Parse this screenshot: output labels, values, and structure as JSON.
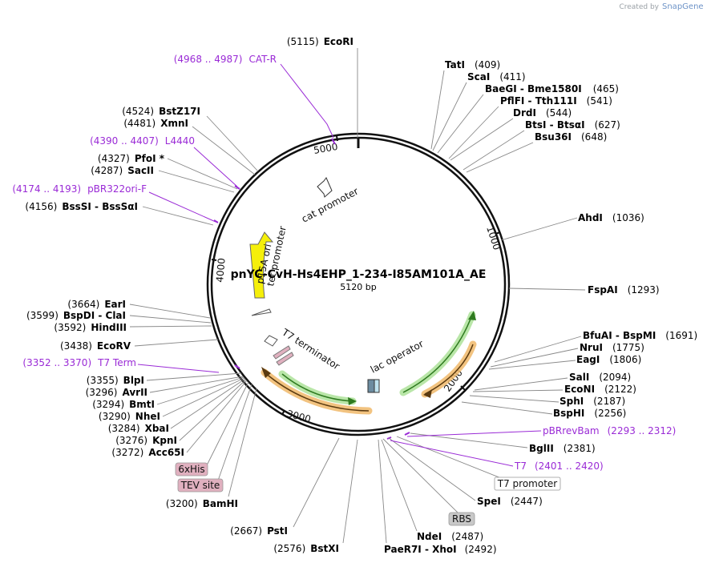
{
  "credit": {
    "prefix": "Created by",
    "brand": "SnapGene"
  },
  "plasmid": {
    "name": "pnYC-CvH-Hs4EHP_1-234-I85AM101A_AE",
    "length": "5120 bp"
  },
  "ticks": [
    "1000",
    "2000",
    "3000",
    "4000",
    "5000"
  ],
  "enzymes": [
    {
      "pos": "(5115)",
      "name": "EcoRI"
    },
    {
      "pos": "(409)",
      "name": "TatI"
    },
    {
      "pos": "(411)",
      "name": "ScaI"
    },
    {
      "pos": "(465)",
      "name": "BaeGI  -  Bme1580I"
    },
    {
      "pos": "(541)",
      "name": "PflFI  -  Tth111I"
    },
    {
      "pos": "(544)",
      "name": "DrdI"
    },
    {
      "pos": "(627)",
      "name": "BtsI  -  BtsαI"
    },
    {
      "pos": "(648)",
      "name": "Bsu36I"
    },
    {
      "pos": "(1036)",
      "name": "AhdI"
    },
    {
      "pos": "(1293)",
      "name": "FspAI"
    },
    {
      "pos": "(1691)",
      "name": "BfuAI  -  BspMI"
    },
    {
      "pos": "(1775)",
      "name": "NruI"
    },
    {
      "pos": "(1806)",
      "name": "EagI"
    },
    {
      "pos": "(2094)",
      "name": "SalI"
    },
    {
      "pos": "(2122)",
      "name": "EcoNI"
    },
    {
      "pos": "(2187)",
      "name": "SphI"
    },
    {
      "pos": "(2256)",
      "name": "BspHI"
    },
    {
      "pos": "(2381)",
      "name": "BglII"
    },
    {
      "pos": "(2447)",
      "name": "SpeI"
    },
    {
      "pos": "(2487)",
      "name": "NdeI"
    },
    {
      "pos": "(2492)",
      "name": "PaeR7I  -  XhoI"
    },
    {
      "pos": "(2576)",
      "name": "BstXI"
    },
    {
      "pos": "(2667)",
      "name": "PstI"
    },
    {
      "pos": "(3200)",
      "name": "BamHI"
    },
    {
      "pos": "(3272)",
      "name": "Acc65I"
    },
    {
      "pos": "(3276)",
      "name": "KpnI"
    },
    {
      "pos": "(3284)",
      "name": "XbaI"
    },
    {
      "pos": "(3290)",
      "name": "NheI"
    },
    {
      "pos": "(3294)",
      "name": "BmtI"
    },
    {
      "pos": "(3296)",
      "name": "AvrII"
    },
    {
      "pos": "(3355)",
      "name": "BlpI"
    },
    {
      "pos": "(3438)",
      "name": "EcoRV"
    },
    {
      "pos": "(3592)",
      "name": "HindIII"
    },
    {
      "pos": "(3599)",
      "name": "BspDI  -  ClaI"
    },
    {
      "pos": "(3664)",
      "name": "EarI"
    },
    {
      "pos": "(4156)",
      "name": "BssSI  -  BssSαI"
    },
    {
      "pos": "(4287)",
      "name": "SacII"
    },
    {
      "pos": "(4327)",
      "name": "PfoI *"
    },
    {
      "pos": "(4481)",
      "name": "XmnI"
    },
    {
      "pos": "(4524)",
      "name": "BstZ17I"
    }
  ],
  "primers": [
    {
      "range": "(4968 .. 4987)",
      "name": "CAT-R"
    },
    {
      "range": "(4390 .. 4407)",
      "name": "L4440"
    },
    {
      "range": "(4174 .. 4193)",
      "name": "pBR322ori-F"
    },
    {
      "range": "(3352 .. 3370)",
      "name": "T7 Term"
    },
    {
      "name": "pBRrevBam",
      "range": "(2293 .. 2312)"
    },
    {
      "name": "T7",
      "range": "(2401 .. 2420)"
    }
  ],
  "features": [
    {
      "name": "cat promoter"
    },
    {
      "name": "p15A ori"
    },
    {
      "name": "tet promoter"
    },
    {
      "name": "T7 terminator"
    },
    {
      "name": "lac operator"
    }
  ],
  "boxed_features": [
    {
      "name": "6xHis"
    },
    {
      "name": "TEV site"
    },
    {
      "name": "T7 promoter"
    },
    {
      "name": "RBS"
    }
  ],
  "colors": {
    "primer": "#9a2bd6",
    "ori": "#f5ef0a",
    "cds_outline": "#f0b86a",
    "cds_arrow": "#3d9a2a",
    "green_glow": "#b9e6a8",
    "box_pink": "#e0b0bf",
    "box_gray": "#c8c8c8"
  }
}
